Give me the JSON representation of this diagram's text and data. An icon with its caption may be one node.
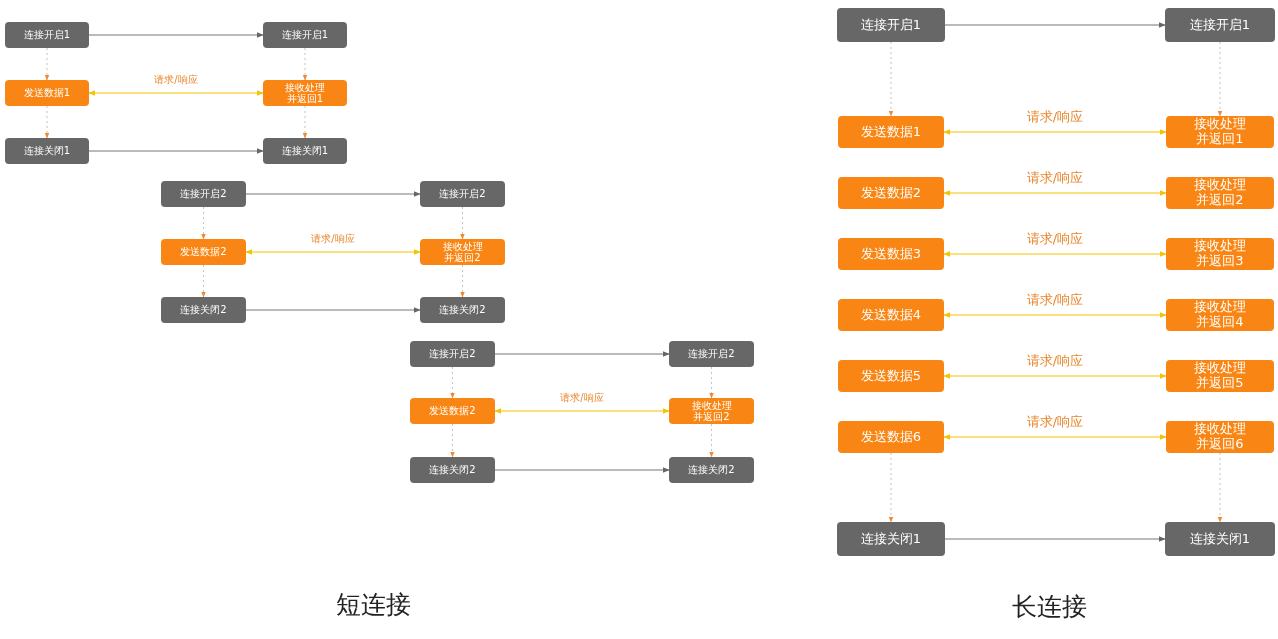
{
  "diagram": {
    "nodes": [
      {
        "text": [
          "连接开启1"
        ]
      },
      {
        "text": [
          "连接开启1"
        ]
      },
      {
        "text": [
          "发送数据1"
        ]
      },
      {
        "text": [
          "接收处理并返回1"
        ]
      },
      {
        "text": [
          "连接关闭1"
        ]
      },
      {
        "text": [
          "连接关闭1"
        ]
      },
      {
        "text": [
          "连接开启2"
        ]
      },
      {
        "text": [
          "连接开启2"
        ]
      },
      {
        "text": [
          "发送数据2"
        ]
      },
      {
        "text": [
          "接收处理并返回2"
        ]
      },
      {
        "text": [
          "连接关闭2"
        ]
      },
      {
        "text": [
          "连接关闭2"
        ]
      },
      {
        "text": [
          "连接开启2"
        ]
      },
      {
        "text": [
          "连接开启2"
        ]
      },
      {
        "text": [
          "发送数据2"
        ]
      },
      {
        "text": [
          "接收处理并返回2"
        ]
      },
      {
        "text": [
          "连接关闭2"
        ]
      },
      {
        "text": [
          "连接关闭2"
        ]
      },
      {
        "text": [
          "连接开启1"
        ]
      },
      {
        "text": [
          "连接开启1"
        ]
      },
      {
        "text": [
          "发送数据1"
        ]
      },
      {
        "text": [
          "接收处理并返回1"
        ]
      },
      {
        "text": [
          "发送数据2"
        ]
      },
      {
        "text": [
          "接收处理并返回2"
        ]
      },
      {
        "text": [
          "发送数据3"
        ]
      },
      {
        "text": [
          "接收处理并返回3"
        ]
      },
      {
        "text": [
          "发送数据4"
        ]
      },
      {
        "text": [
          "接收处理并返回4"
        ]
      },
      {
        "text": [
          "发送数据5"
        ]
      },
      {
        "text": [
          "接收处理并返回5"
        ]
      },
      {
        "text": [
          "发送数据6"
        ]
      },
      {
        "text": [
          "接收处理并返回6"
        ]
      },
      {
        "text": [
          "连接关闭1"
        ]
      },
      {
        "text": [
          "连接关闭1"
        ]
      }
    ],
    "edges": [
      {
        "from": 0,
        "to": 1,
        "arrow": "to"
      },
      {
        "from": 2,
        "to": 3,
        "arrow": "both",
        "label": "请求/响应",
        "color": "#f5c400"
      },
      {
        "from": 4,
        "to": 5,
        "arrow": "to"
      },
      {
        "from": 0,
        "to": 2,
        "arrow": "to",
        "style": "dashed"
      },
      {
        "from": 2,
        "to": 4,
        "arrow": "to",
        "style": "dashed"
      },
      {
        "from": 1,
        "to": 3,
        "arrow": "to",
        "style": "dashed"
      },
      {
        "from": 3,
        "to": 5,
        "arrow": "to",
        "style": "dashed"
      },
      {
        "from": 6,
        "to": 7,
        "arrow": "to"
      },
      {
        "from": 8,
        "to": 9,
        "arrow": "both",
        "label": "请求/响应",
        "color": "#f5c400"
      },
      {
        "from": 10,
        "to": 11,
        "arrow": "to"
      },
      {
        "from": 6,
        "to": 8,
        "arrow": "to",
        "style": "dashed"
      },
      {
        "from": 8,
        "to": 10,
        "arrow": "to",
        "style": "dashed"
      },
      {
        "from": 7,
        "to": 9,
        "arrow": "to",
        "style": "dashed"
      },
      {
        "from": 9,
        "to": 11,
        "arrow": "to",
        "style": "dashed"
      },
      {
        "from": 12,
        "to": 13,
        "arrow": "to"
      },
      {
        "from": 14,
        "to": 15,
        "arrow": "both",
        "label": "请求/响应",
        "color": "#f5c400"
      },
      {
        "from": 16,
        "to": 17,
        "arrow": "to"
      },
      {
        "from": 12,
        "to": 14,
        "arrow": "to",
        "style": "dashed"
      },
      {
        "from": 14,
        "to": 16,
        "arrow": "to",
        "style": "dashed"
      },
      {
        "from": 13,
        "to": 15,
        "arrow": "to",
        "style": "dashed"
      },
      {
        "from": 15,
        "to": 17,
        "arrow": "to",
        "style": "dashed"
      },
      {
        "from": 18,
        "to": 19,
        "arrow": "to"
      },
      {
        "from": 20,
        "to": 21,
        "arrow": "both",
        "label": "请求/响应",
        "color": "#f5c400"
      },
      {
        "from": 22,
        "to": 23,
        "arrow": "both",
        "label": "请求/响应",
        "color": "#f5c400"
      },
      {
        "from": 24,
        "to": 25,
        "arrow": "both",
        "label": "请求/响应",
        "color": "#f5c400"
      },
      {
        "from": 26,
        "to": 27,
        "arrow": "both",
        "label": "请求/响应",
        "color": "#f5c400"
      },
      {
        "from": 28,
        "to": 29,
        "arrow": "both",
        "label": "请求/响应",
        "color": "#f5c400"
      },
      {
        "from": 30,
        "to": 31,
        "arrow": "both",
        "label": "请求/响应",
        "color": "#f5c400"
      },
      {
        "from": 32,
        "to": 33,
        "arrow": "to"
      },
      {
        "from": 18,
        "to": 20,
        "arrow": "to",
        "style": "dashed"
      },
      {
        "from": 19,
        "to": 21,
        "arrow": "to",
        "style": "dashed"
      },
      {
        "from": 30,
        "to": 32,
        "arrow": "to",
        "style": "dashed"
      },
      {
        "from": 31,
        "to": 33,
        "arrow": "to",
        "style": "dashed"
      }
    ],
    "labels": [
      "短连接",
      "长连接"
    ]
  }
}
